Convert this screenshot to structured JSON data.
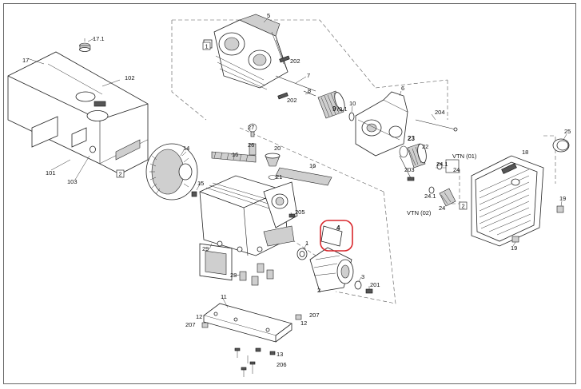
{
  "callouts": {
    "p1": "1",
    "p2": "2",
    "p3": "3",
    "p4": "4",
    "p5": "5",
    "p6": "6",
    "p7": "7",
    "p8": "8",
    "p9": "9",
    "p9_1": "/9.1",
    "p10": "10",
    "p11": "11",
    "p12a": "12",
    "p12b": "12",
    "p13": "13",
    "p14": "14",
    "p15": "15",
    "p16a": "16",
    "p16b": "16",
    "p17": "17",
    "p17_1": "17.1",
    "p18": "18",
    "p19a": "19",
    "p19b": "19",
    "p20": "20",
    "p21": "21",
    "p22": "22",
    "p23": "23",
    "p24a": "24",
    "p24b": "24",
    "p24_1a": "24.1",
    "p24_1b": "24.1",
    "p25": "25",
    "p26": "26",
    "p27": "27",
    "p28": "28",
    "p29": "29",
    "p101": "101",
    "p102": "102",
    "p103": "103",
    "p201": "201",
    "p202a": "202",
    "p202b": "202",
    "p203": "203",
    "p204": "204",
    "p205": "205",
    "p206": "206",
    "p207a": "207",
    "p207b": "207",
    "vtn01": "VTN (01)",
    "vtn02": "VTN (02)"
  },
  "ref_boxes": {
    "box1": "1",
    "box2a": "2",
    "box2b": "2"
  },
  "highlight": {
    "target_part": "4",
    "ring_color": "#d9262b"
  }
}
